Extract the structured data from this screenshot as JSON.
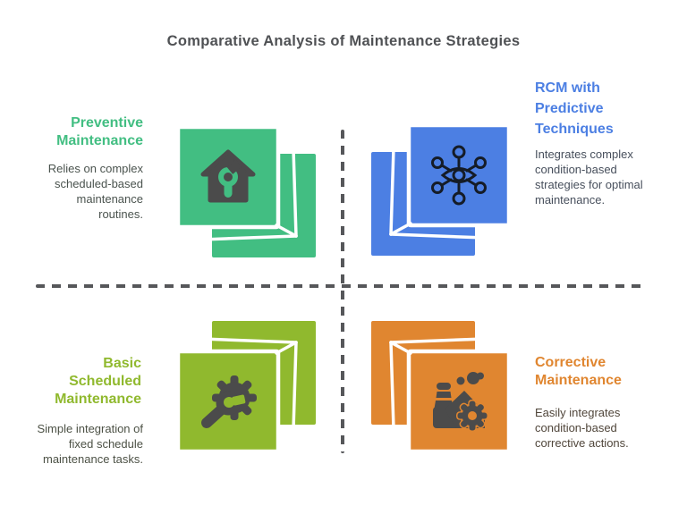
{
  "title": "Comparative Analysis of Maintenance Strategies",
  "colors": {
    "background": "#ffffff",
    "title_text": "#4f5154",
    "divider": "#56575a",
    "cube_outline": "#ffffff",
    "icon_ink": "#4b4b4b",
    "icon_outline_ink": "#151c27"
  },
  "quadrants": [
    {
      "id": "preventive-maintenance",
      "position": "top-left",
      "heading": "Preventive Maintenance",
      "body": "Relies on complex scheduled-based maintenance routines.",
      "accent": "#42be82",
      "body_color": "#4a534e",
      "icon": "house-wrench-icon"
    },
    {
      "id": "rcm-with-predictive-techniques",
      "position": "top-right",
      "heading": "RCM with Predictive Techniques",
      "body": "Integrates complex condition-based strategies for optimal maintenance.",
      "accent": "#4c7fe3",
      "body_color": "#474f5c",
      "icon": "predictive-eye-network-icon"
    },
    {
      "id": "basic-scheduled-maintenance",
      "position": "bottom-left",
      "heading": "Basic Scheduled Maintenance",
      "body": "Simple integration of fixed schedule maintenance tasks.",
      "accent": "#90b92e",
      "body_color": "#4c5145",
      "icon": "gear-wrench-icon"
    },
    {
      "id": "corrective-maintenance",
      "position": "bottom-right",
      "heading": "Corrective Maintenance",
      "body": "Easily integrates condition-based corrective actions.",
      "accent": "#e08630",
      "body_color": "#50463b",
      "icon": "factory-gear-icon"
    }
  ]
}
